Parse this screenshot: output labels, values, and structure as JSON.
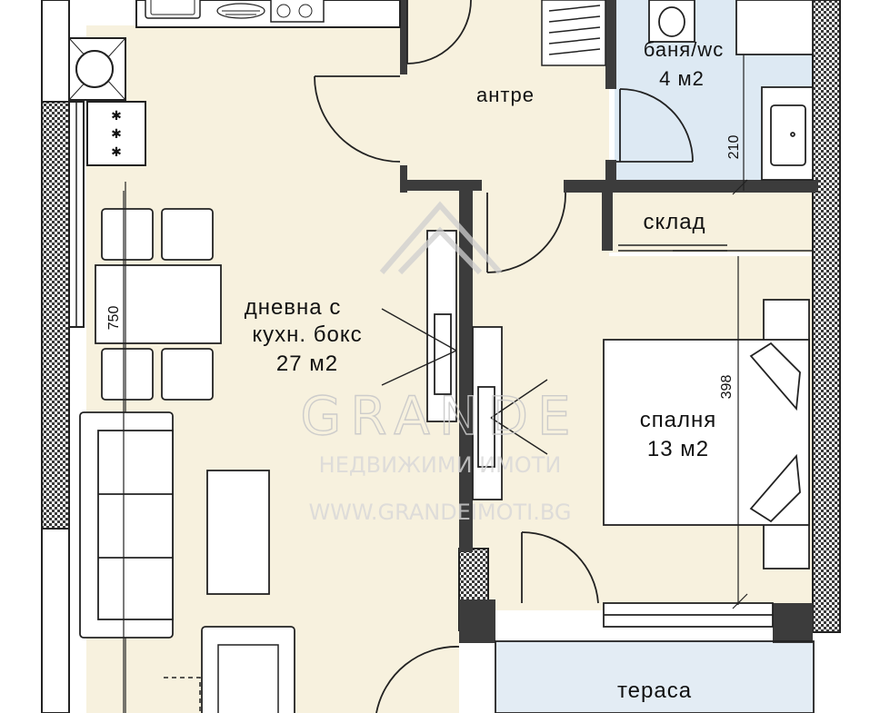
{
  "plan": {
    "rooms": {
      "living": {
        "line1": "дневна с",
        "line2": "кухн. бокс",
        "area": "27 м2"
      },
      "entry": {
        "name": "антре"
      },
      "bath": {
        "name": "баня/wc",
        "area": "4 м2"
      },
      "storage": {
        "name": "склад"
      },
      "bedroom": {
        "name": "спалня",
        "area": "13 м2"
      },
      "terrace": {
        "name": "тераса"
      }
    },
    "dimensions": {
      "d750": "750",
      "d210": "210",
      "d398": "398"
    },
    "watermark": {
      "brand": "GRANDE",
      "tagline": "НЕДВИЖИМИ ИМОТИ",
      "url": "WWW.GRANDEIMOTI.BG"
    },
    "colors": {
      "floor": "#f7f1de",
      "bath_floor": "#dde9f3",
      "terrace_floor": "#e3ecf4",
      "wall": "#3c3c3c"
    }
  }
}
